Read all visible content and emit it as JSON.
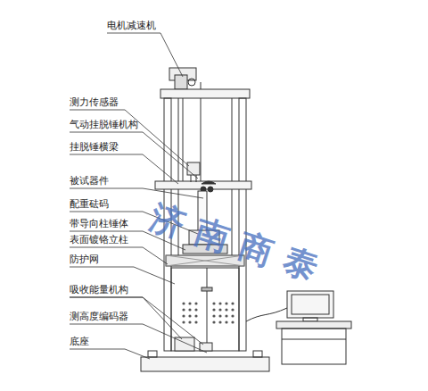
{
  "diagram": {
    "labels": [
      "电机减速机",
      "测力传感器",
      "气动挂脱锤机构",
      "挂脱锤横梁",
      "被试器件",
      "配重砝码",
      "带导向柱锤体",
      "表面镀铬立柱",
      "防护网",
      "吸收能量机构",
      "测高度编码器",
      "底座",
      "济南商泰"
    ]
  }
}
